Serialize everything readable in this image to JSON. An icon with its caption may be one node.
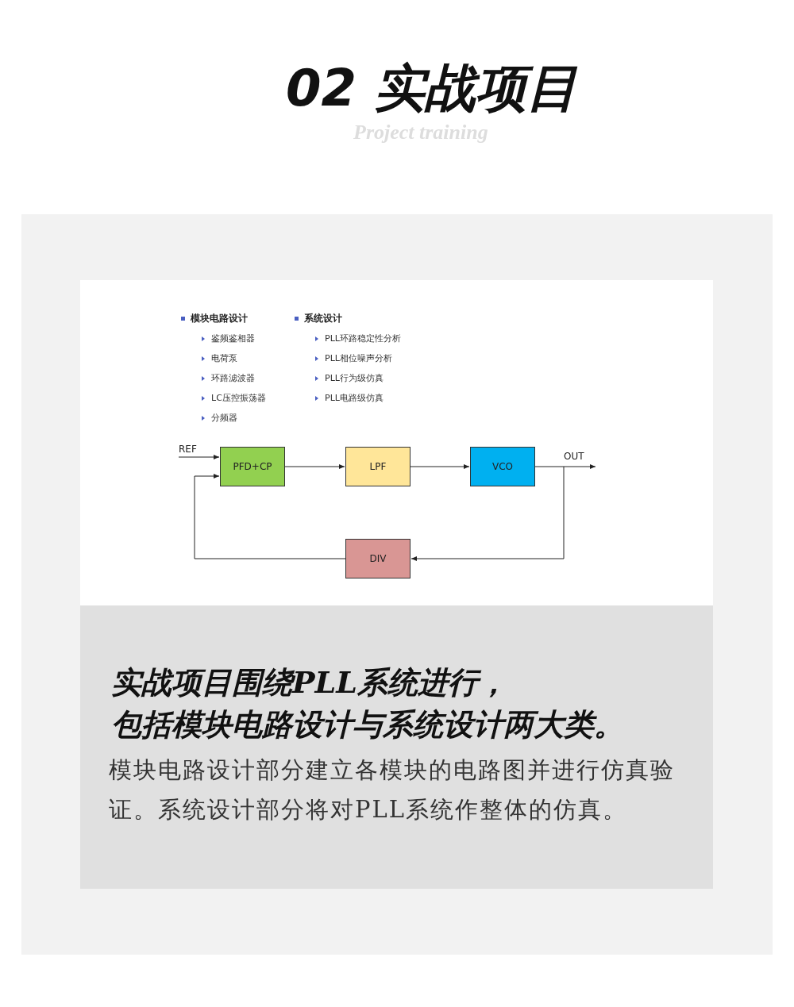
{
  "diagram": {
    "nodes": [
      {
        "text": [
          "PFD+CP"
        ]
      },
      {
        "text": [
          "LPF"
        ]
      },
      {
        "text": [
          "VCO"
        ]
      },
      {
        "text": [
          "DIV"
        ]
      }
    ],
    "edges": [
      {
        "from": null,
        "to": 0,
        "arrow": "to",
        "label": "REF"
      },
      {
        "from": 0,
        "to": 1,
        "arrow": "to"
      },
      {
        "from": 1,
        "to": 2,
        "arrow": "to"
      },
      {
        "from": 2,
        "to": null,
        "arrow": "to",
        "label": "OUT"
      },
      {
        "from": 2,
        "to": 3,
        "arrow": "to"
      },
      {
        "from": 3,
        "to": 0,
        "arrow": "to"
      }
    ],
    "labels": [
      "02 实战项目",
      "Project training",
      "模块电路设计",
      "鉴频鉴相器",
      "电荷泵",
      "环路滤波器",
      "LC压控振荡器",
      "分频器",
      "系统设计",
      "PLL环路稳定性分析",
      "PLL相位噪声分析",
      "PLL行为级仿真",
      "PLL电路级仿真",
      "实战项目围绕PLL系统进行，",
      "包括模块电路设计与系统设计两大类。",
      "模块电路设计部分建立各模块的电路图并进行仿真验证。系统设计部分将对PLL系统作整体的仿真。"
    ]
  }
}
